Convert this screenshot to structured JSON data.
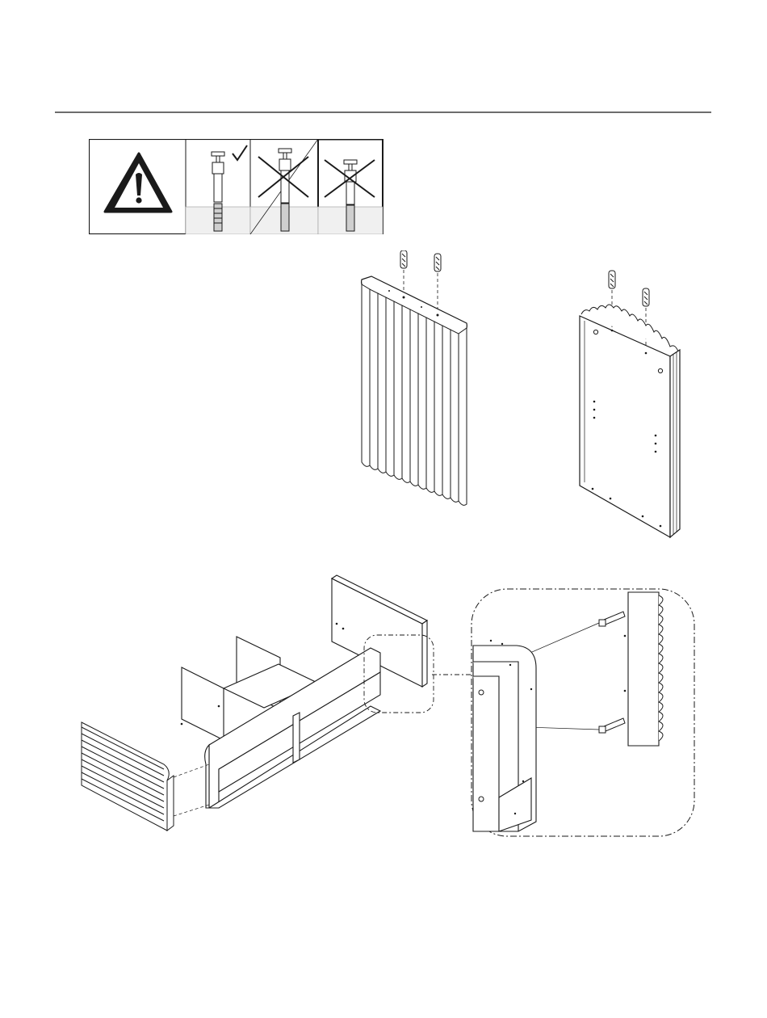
{
  "page": {
    "type": "assembly-instruction-sheet",
    "background_color": "#ffffff",
    "line_color": "#1a1a1a"
  },
  "warning_panel": {
    "icon": "warning-triangle-icon",
    "cells": [
      {
        "id": "cam-bolt-correct",
        "status": "correct",
        "mark": "check-icon"
      },
      {
        "id": "cam-bolt-wrong-1",
        "status": "incorrect",
        "mark": "cross-icon"
      },
      {
        "id": "cam-bolt-wrong-2",
        "status": "incorrect",
        "mark": "cross-icon"
      }
    ]
  },
  "illustrations": [
    {
      "id": "fluted-front-panel",
      "fasteners": 2,
      "fastener_type": "wooden-dowel"
    },
    {
      "id": "side-panel-back",
      "fasteners": 2,
      "fastener_type": "wooden-dowel"
    },
    {
      "id": "frame-assembly",
      "fasteners": 2,
      "fastener_type": "cam-bolt"
    },
    {
      "id": "detail-callout",
      "fasteners": 2,
      "fastener_type": "cam-bolt"
    }
  ]
}
